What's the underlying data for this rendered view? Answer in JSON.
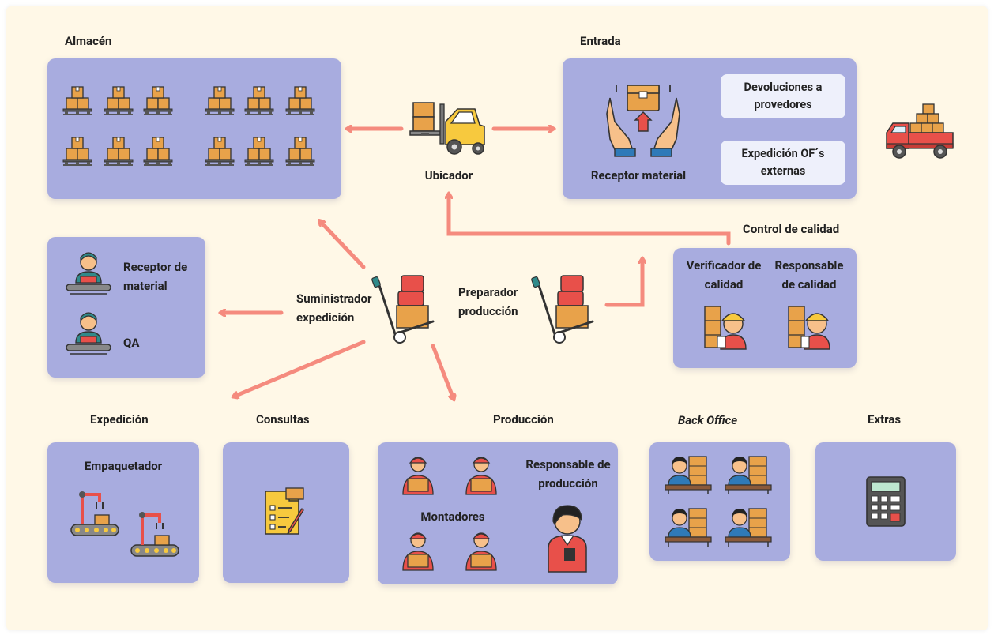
{
  "sections": {
    "almacen": "Almacén",
    "entrada": "Entrada",
    "control_calidad": "Control de calidad",
    "expedicion": "Expedición",
    "consultas": "Consultas",
    "produccion": "Producción",
    "back_office": "Back Office",
    "extras": "Extras"
  },
  "roles": {
    "ubicador": "Ubicador",
    "receptor_material": "Receptor material",
    "devoluciones": "Devoluciones a provedores",
    "expedicion_of": "Expedición OF´s externas",
    "receptor_de_material": "Receptor de material",
    "qa": "QA",
    "suministrador": "Suministrador expedición",
    "preparador": "Preparador producción",
    "verificador": "Verificador de calidad",
    "responsable_calidad": "Responsable de calidad",
    "empaquetador": "Empaquetador",
    "montadores": "Montadores",
    "responsable_produccion": "Responsable de producción"
  },
  "colors": {
    "background": "#fff8e7",
    "box": "#a8acdf",
    "arrow": "#f58b7e",
    "box_brown": "#e8a24a",
    "red": "#e8504a",
    "teal": "#2f8a8a"
  },
  "icons": [
    "pallet-boxes-icon",
    "forklift-icon",
    "hands-box-icon",
    "delivery-truck-icon",
    "worker-conveyor-icon",
    "hand-truck-icon",
    "quality-worker-icon",
    "robot-arm-icon",
    "checklist-icon",
    "loader-worker-icon",
    "manager-icon",
    "office-worker-icon",
    "calculator-icon"
  ]
}
